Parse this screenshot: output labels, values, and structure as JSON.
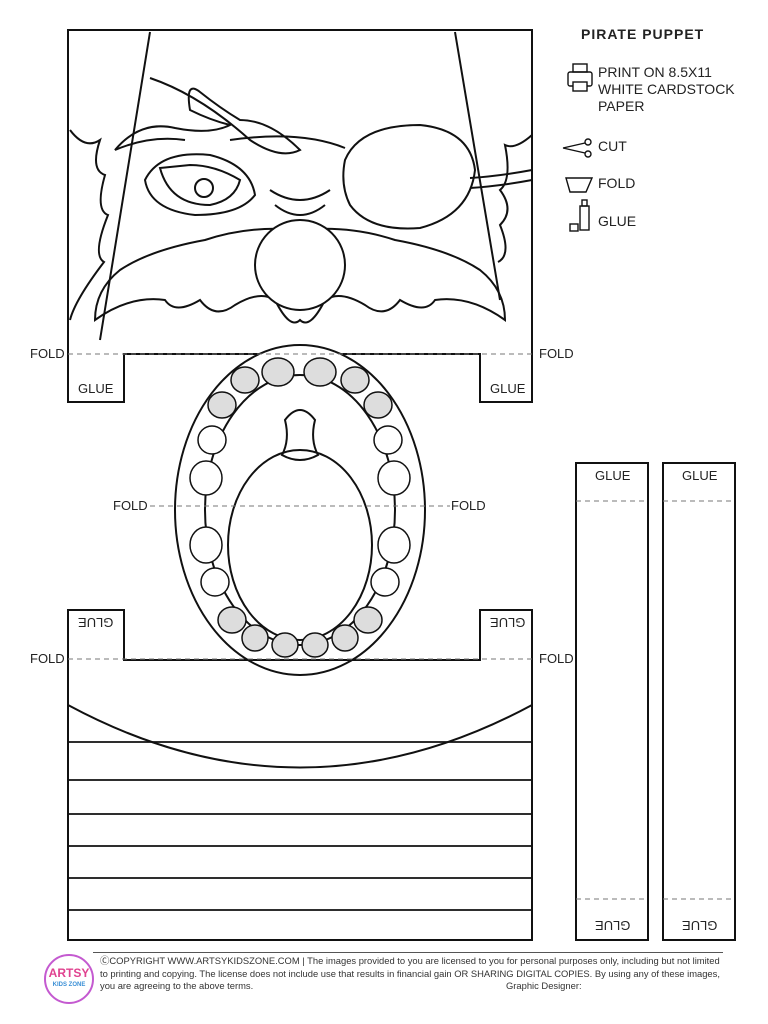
{
  "title": "PIRATE PUPPET",
  "legend": [
    {
      "icon": "printer-icon",
      "text": "PRINT ON 8.5X11 WHITE  CARDSTOCK PAPER"
    },
    {
      "icon": "scissors-icon",
      "text": "CUT"
    },
    {
      "icon": "fold-icon",
      "text": "FOLD"
    },
    {
      "icon": "glue-icon",
      "text": "GLUE"
    }
  ],
  "labels": {
    "fold": "FOLD",
    "glue": "GLUE"
  },
  "footer": {
    "copyright": "ⒸCOPYRIGHT WWW.ARTSYKIDSZONE.COM  |  The images provided to you are licensed to you for personal purposes only, including but not limited to printing and copying.  The license does not include use that results in financial gain OR SHARING DIGITAL COPIES. By using any of these images, you are agreeing to the above terms.",
    "designer": "Graphic Designer:",
    "logo_top": "ARTSY",
    "logo_bottom": "KIDS ZONE"
  }
}
